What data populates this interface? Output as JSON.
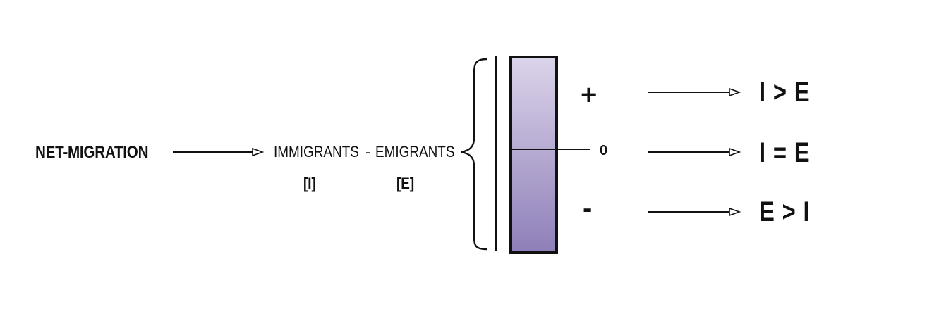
{
  "left_term": {
    "label": "NET-MIGRATION"
  },
  "formula": {
    "immigrants": "IMMIGRANTS",
    "operator": "-",
    "emigrants": "EMIGRANTS",
    "immigrants_abbr": "[I]",
    "emigrants_abbr": "[E]"
  },
  "scale": {
    "plus_sign": "+",
    "zero_label": "0",
    "minus_sign": "-",
    "gradient_top_color": "#dcd4ea",
    "gradient_bottom_color": "#8e7fb8",
    "border_color": "#111111"
  },
  "outcomes": [
    {
      "label": "I > E"
    },
    {
      "label": "I = E"
    },
    {
      "label": "E > I"
    }
  ]
}
